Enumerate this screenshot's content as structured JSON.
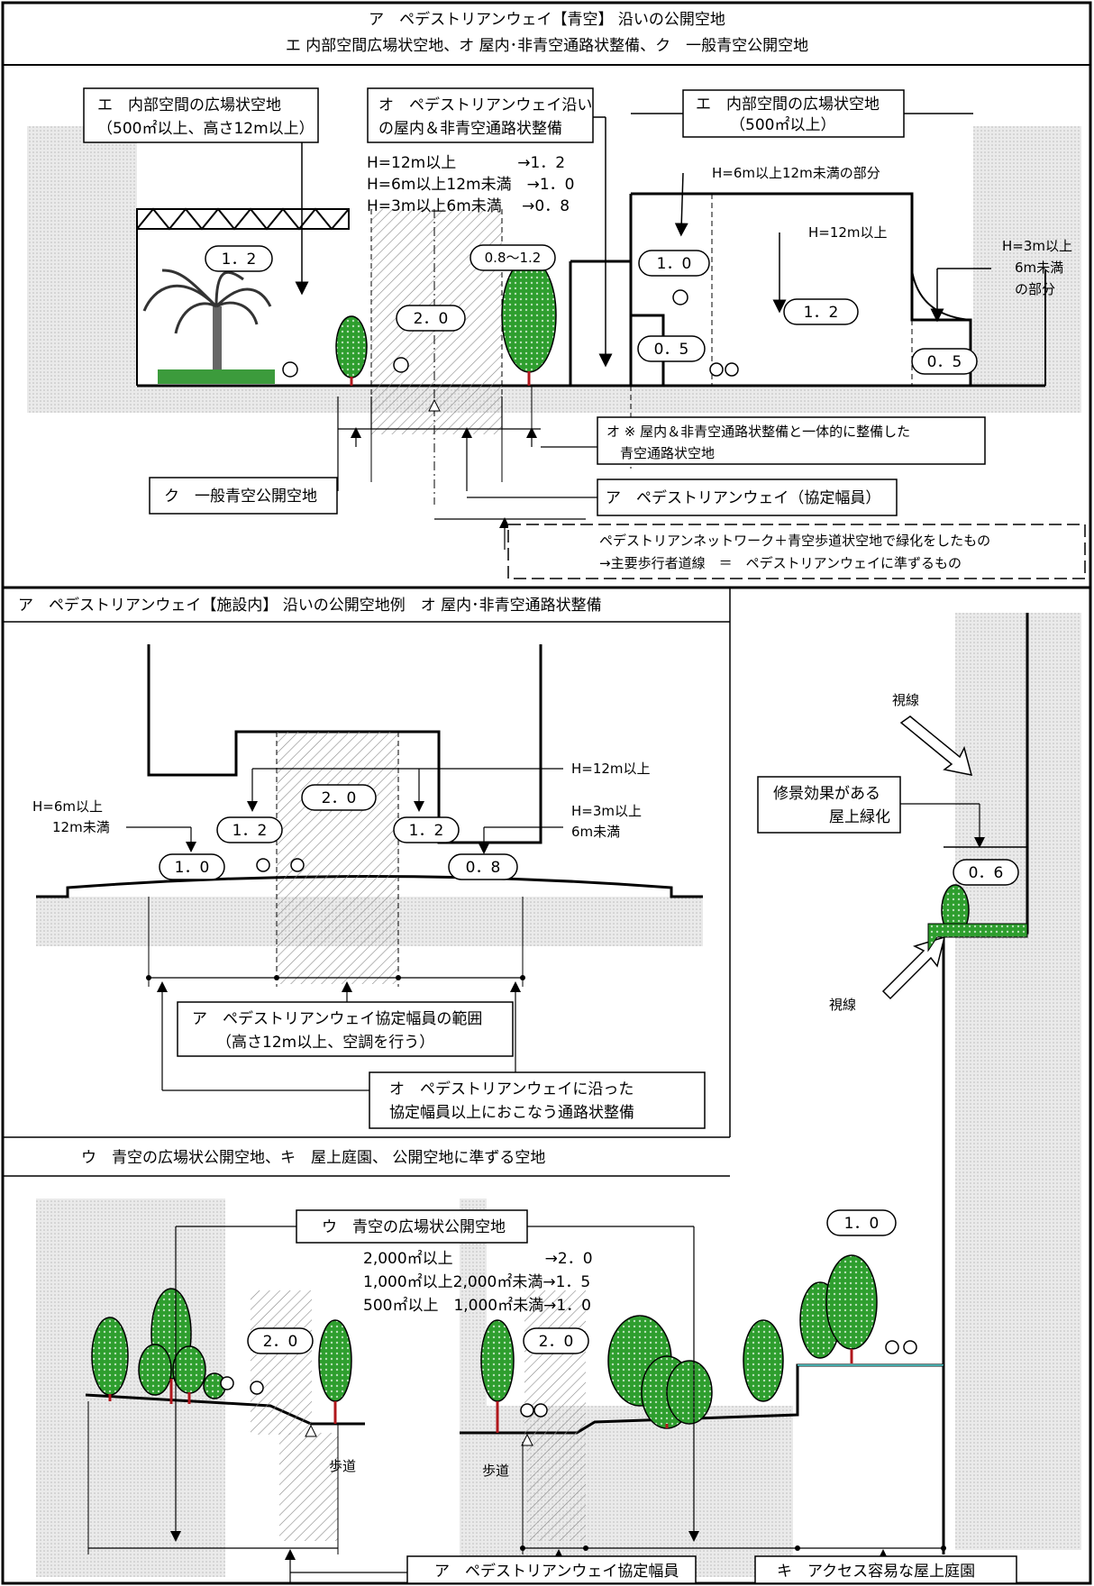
{
  "top_section": {
    "title_line1": "ア　ペデストリアンウェイ【青空】 沿いの公開空地",
    "title_line2": "エ 内部空間広場状空地、オ 屋内･非青空通路状整備、ク　一般青空公開空地",
    "box_e_left_1": "エ　内部空間の広場状空地",
    "box_e_left_2": "（500㎡以上、高さ12m以上）",
    "box_o_1": "オ　ペデストリアンウェイ沿い",
    "box_o_2": "の屋内＆非青空通路状整備",
    "h_rule_1": "H=12m以上　　　　→1．2",
    "h_rule_2": "H=6m以上12m未満　→1．0",
    "h_rule_3": "H=3m以上6m未満　 →0．8",
    "box_e_right_1": "エ　内部空間の広場状空地",
    "box_e_right_2": "（500㎡以上）",
    "label_h6_12": "H=6m以上12m未満の部分",
    "label_h12": "H=12m以上",
    "label_h3_6_a": "H=3m以上",
    "label_h3_6_b": "6m未満",
    "label_h3_6_c": "の部分",
    "v_1_2_left": "1．2",
    "v_08_12": "0.8～1.2",
    "v_2_0": "2．0",
    "v_1_0": "1．0",
    "v_1_2_right": "1．2",
    "v_0_5_left": "0．5",
    "v_0_5_right": "0．5",
    "box_o_note_1": "オ ※ 屋内＆非青空通路状整備と一体的に整備した",
    "box_o_note_2": "青空通路状空地",
    "box_ku": "ク　一般青空公開空地",
    "box_a_width": "ア　ペデストリアンウェイ（協定幅員）",
    "network_1": "ペデストリアンネットワーク＋青空歩道状空地で緑化をしたもの",
    "network_2": "→主要歩行者道線　＝　ペデストリアンウェイに準ずるもの"
  },
  "middle_section": {
    "title": "ア　ペデストリアンウェイ【施設内】 沿いの公開空地例　オ 屋内･非青空通路状整備",
    "label_h12": "H=12m以上",
    "label_h6_a": "H=6m以上",
    "label_h6_b": "12m未満",
    "label_h3_a": "H=3m以上",
    "label_h3_b": "6m未満",
    "v_2_0": "2．0",
    "v_1_2_left": "1．2",
    "v_1_2_right": "1．2",
    "v_1_0": "1．0",
    "v_0_8": "0．8",
    "box_a_1": "ア　ペデストリアンウェイ協定幅員の範囲",
    "box_a_2": "（高さ12m以上、空調を行う）",
    "box_o_1": "オ　ペデストリアンウェイに沿った",
    "box_o_2": "協定幅員以上におこなう通路状整備"
  },
  "right_section": {
    "sightline_top": "視線",
    "sightline_bottom": "視線",
    "box_1": "修景効果がある",
    "box_2": "屋上緑化",
    "v_0_6": "0．6"
  },
  "bottom_section": {
    "title": "ウ　青空の広場状公開空地、キ　屋上庭園、 公開空地に準ずる空地",
    "box_u": "ウ　青空の広場状公開空地",
    "rule_1": "2,000㎡以上　　　　　　→2．0",
    "rule_2": "1,000㎡以上2,000㎡未満→1．5",
    "rule_3": "500㎡以上　1,000㎡未満→1．0",
    "v_2_0_left": "2．0",
    "v_2_0_right": "2．0",
    "v_1_0": "1．0",
    "sidewalk_left": "歩道",
    "sidewalk_right": "歩道",
    "box_a": "ア　ペデストリアンウェイ協定幅員",
    "box_ki": "キ　アクセス容易な屋上庭園"
  },
  "colors": {
    "tree_green": "#2e9e2e",
    "tree_dark": "#0a4a0a",
    "trunk": "#b0171c",
    "ground_grey": "#d8d8d8"
  }
}
